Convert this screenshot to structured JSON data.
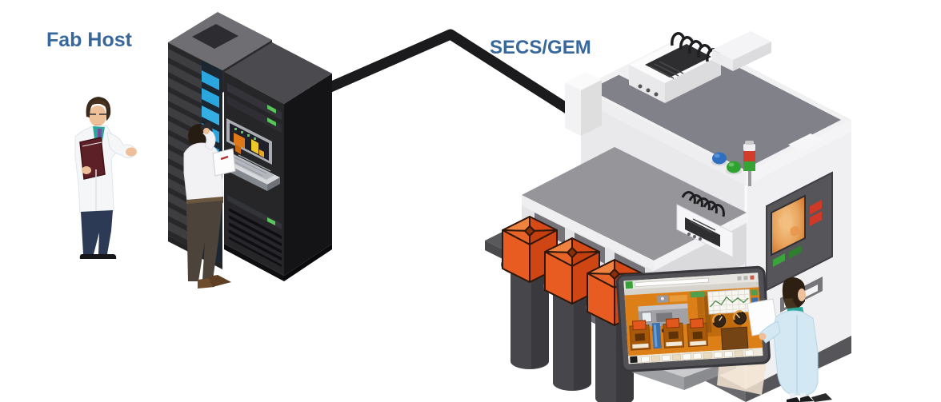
{
  "labels": {
    "fab_host": "Fab Host",
    "secs_gem": "SECS/GEM"
  },
  "diagram": {
    "type": "isometric-illustration",
    "description": "Fab host server racks connected to semiconductor process equipment through a SECS/GEM cable link",
    "nodes": [
      {
        "id": "fab-host",
        "label": "Fab Host",
        "elements": [
          "engineer in white lab coat holding a maroon folder",
          "operator on phone with clipboard at rack console",
          "gray server rack with blue panels",
          "black server rack with pull-out monitor and keyboard showing orange and yellow bar graphs"
        ]
      },
      {
        "id": "process-equipment",
        "label": "",
        "elements": [
          "large isometric process tool",
          "top control module with five cables",
          "front control module with five cables",
          "blue and green dome buttons",
          "red-green signal tower",
          "three orange FOUP wafer carriers on cylindrical load ports",
          "glowing orange process viewport with red and green buttons",
          "output slot",
          "light blue door panel",
          "tilted touchscreen monitor showing orange HMI software",
          "engineer in light blue lab coat holding a white sheet"
        ]
      }
    ],
    "edge": {
      "from": "fab-host",
      "to": "process-equipment",
      "label": "SECS/GEM",
      "style": "thick black angled cable"
    }
  },
  "colors": {
    "label_text": "#38689b",
    "cable": "#1b1b1d",
    "rack_dark_face": "#3e3e41",
    "rack_black_face": "#262629",
    "rack_panel_blue": "#2aa5de",
    "machine_light_face": "#e9e9eb",
    "machine_top_gray": "#81818a",
    "foup_orange": "#e2571e",
    "viewport_glow": "#e8a45c",
    "signal_red": "#d23c2a",
    "signal_green": "#35a435",
    "dome_button_blue": "#2f6fc1",
    "dome_button_green": "#2fa32f",
    "hmi_orange": "#dd7f17",
    "coat_white": "#f4f6f8",
    "coat_light_blue": "#d3e8f3"
  }
}
